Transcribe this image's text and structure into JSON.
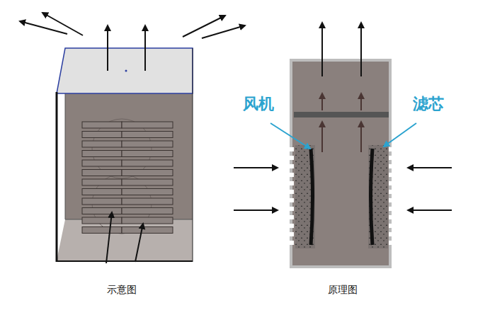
{
  "diagram": {
    "labels": [
      "风机",
      "滤芯",
      "示意图",
      "原理图"
    ]
  }
}
